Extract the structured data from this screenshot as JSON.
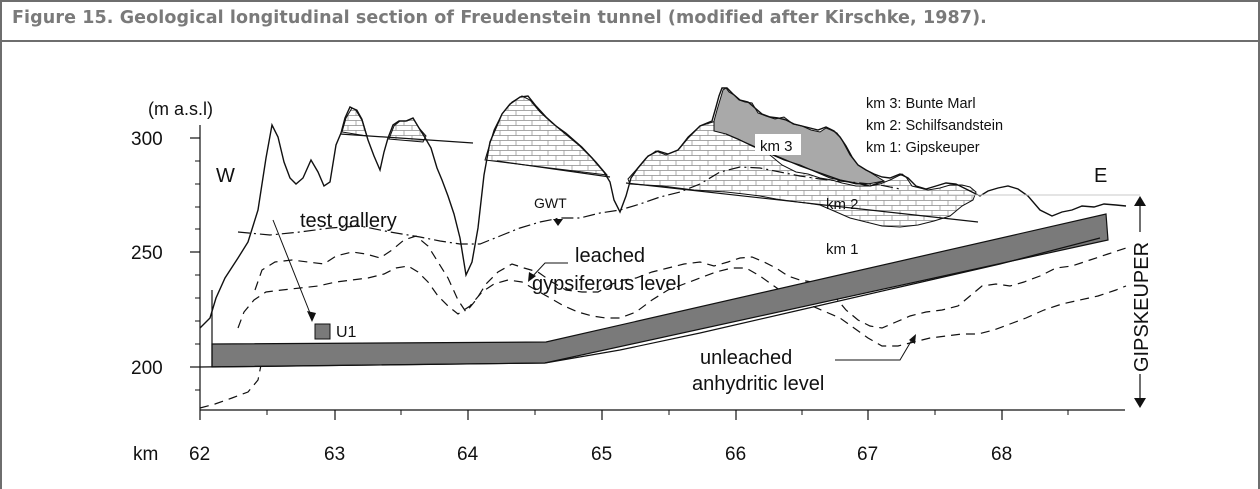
{
  "caption": "Figure 15. Geological longitudinal section of Freudenstein tunnel (modified after Kirschke, 1987).",
  "axis": {
    "y_unit": "(m a.s.l)",
    "y_ticks": [
      "300",
      "250",
      "200"
    ],
    "x_prefix": "km",
    "x_ticks": [
      "62",
      "63",
      "64",
      "65",
      "66",
      "67",
      "68"
    ]
  },
  "labels": {
    "west": "W",
    "east": "E",
    "gwt": "GWT",
    "test_gallery": "test gallery",
    "u1": "U1",
    "leached_1": "leached",
    "leached_2": "gypsiferous level",
    "unleached_1": "unleached",
    "unleached_2": "anhydritic level",
    "km3_unit": "km 3",
    "km2_unit": "km 2",
    "km1_unit": "km 1",
    "gipskeuper": "GIPSKEUPER"
  },
  "legend": [
    "km 3: Bunte Marl",
    "km 2: Schilfsandstein",
    "km 1: Gipskeuper"
  ],
  "colors": {
    "caption": "#7a7a7a",
    "tunnel_fill": "#7a7a7a",
    "km3_fill": "#a9a9a9",
    "line": "#111111"
  }
}
